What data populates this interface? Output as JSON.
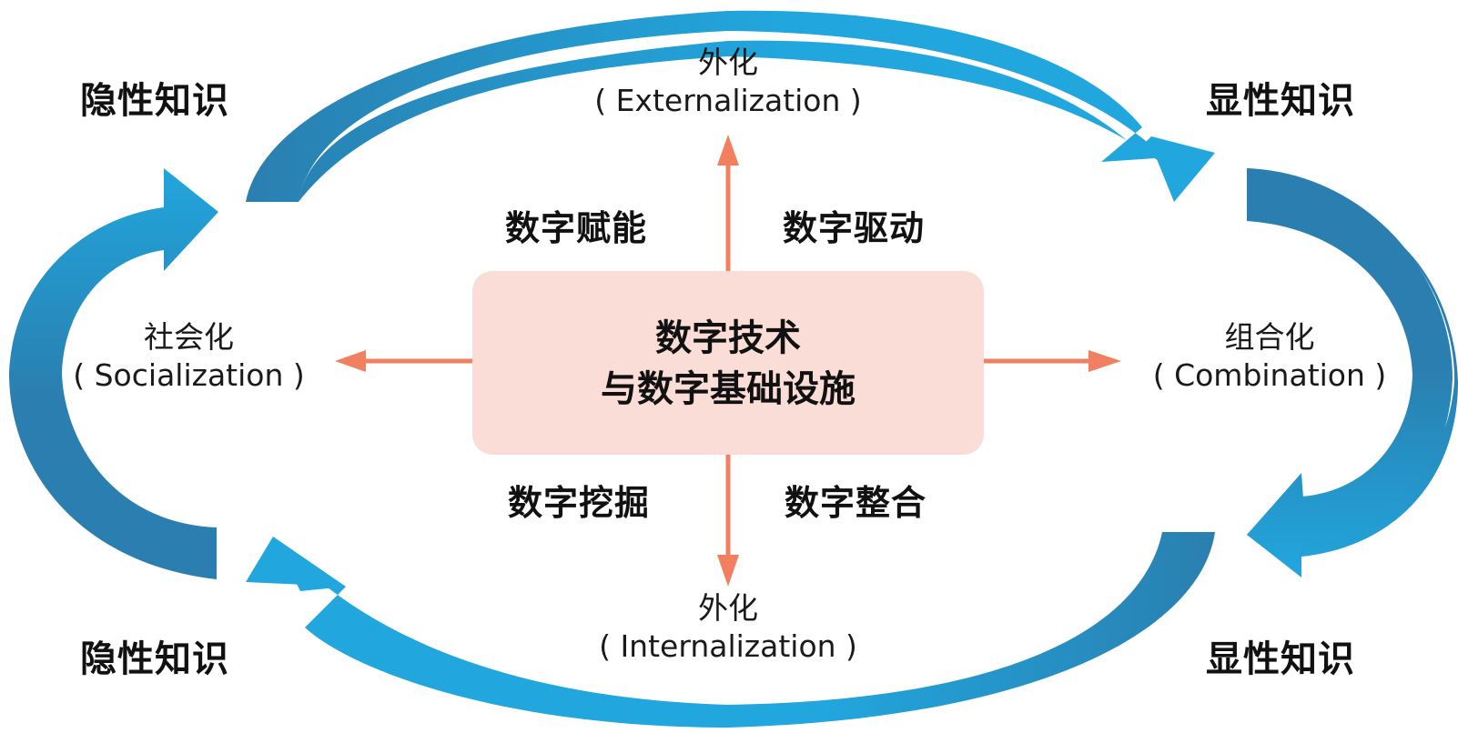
{
  "core": {
    "line1": "数字技术",
    "line2": "与数字基础设施"
  },
  "corners": {
    "top_left": "隐性知识",
    "top_right": "显性知识",
    "bottom_left": "隐性知识",
    "bottom_right": "显性知识"
  },
  "stages": {
    "top": {
      "cn": "外化",
      "en": "( Externalization )"
    },
    "left": {
      "cn": "社会化",
      "en": "( Socialization )"
    },
    "right": {
      "cn": "组合化",
      "en": "( Combination )"
    },
    "bottom": {
      "cn": "外化",
      "en": "( Internalization )"
    }
  },
  "drivers": {
    "top_left": "数字赋能",
    "top_right": "数字驱动",
    "bottom_left": "数字挖掘",
    "bottom_right": "数字整合"
  },
  "colors": {
    "cycle_light": "#21a6dd",
    "cycle_dark": "#2a7fb0",
    "arrow_orange": "#f08060",
    "core_fill": "#fbddd7"
  }
}
